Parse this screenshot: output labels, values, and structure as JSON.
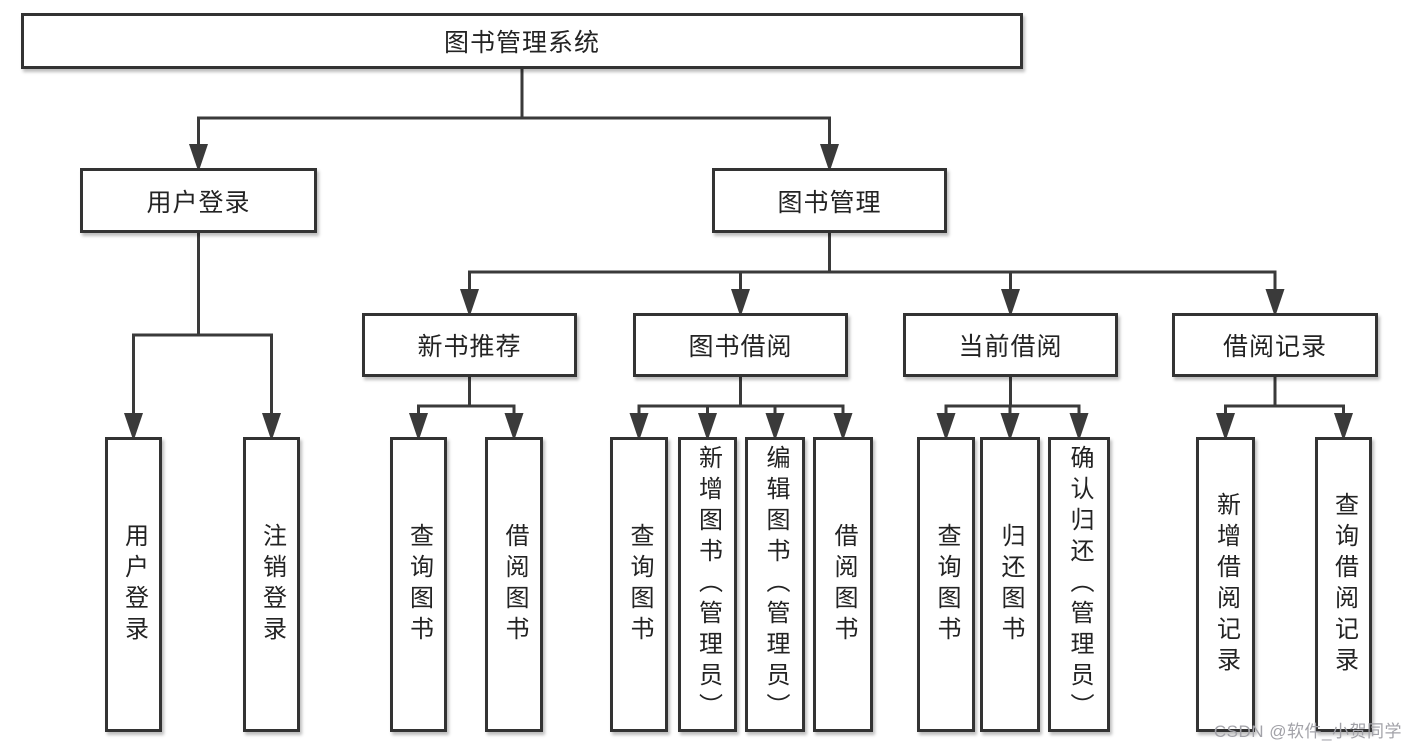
{
  "diagram": {
    "title": "图书管理系统",
    "watermark": "CSDN @软件_小贺同学",
    "colors": {
      "background": "#ffffff",
      "line": "#3a3a3a",
      "box_border": "#333333",
      "text": "#232323",
      "watermark": "#a2a2a8"
    },
    "nodes": [
      {
        "id": "root",
        "label": "图书管理系统",
        "level": 1
      },
      {
        "id": "login",
        "label": "用户登录",
        "level": 2
      },
      {
        "id": "manage",
        "label": "图书管理",
        "level": 2
      },
      {
        "id": "rec",
        "label": "新书推荐",
        "level": 3
      },
      {
        "id": "borrow",
        "label": "图书借阅",
        "level": 3
      },
      {
        "id": "current",
        "label": "当前借阅",
        "level": 3
      },
      {
        "id": "record",
        "label": "借阅记录",
        "level": 3
      },
      {
        "id": "leaf-user-login",
        "label": "用户登录",
        "level": 4
      },
      {
        "id": "leaf-logout",
        "label": "注销登录",
        "level": 4
      },
      {
        "id": "leaf-rec-query-book",
        "label": "查询图书",
        "level": 4
      },
      {
        "id": "leaf-rec-borrow-book",
        "label": "借阅图书",
        "level": 4
      },
      {
        "id": "leaf-borrow-query-book",
        "label": "查询图书",
        "level": 4
      },
      {
        "id": "leaf-borrow-add-book",
        "label": "新增图书（管理员）",
        "level": 4
      },
      {
        "id": "leaf-borrow-edit-book",
        "label": "编辑图书（管理员）",
        "level": 4
      },
      {
        "id": "leaf-borrow-borrow-book",
        "label": "借阅图书",
        "level": 4
      },
      {
        "id": "leaf-current-query-book",
        "label": "查询图书",
        "level": 4
      },
      {
        "id": "leaf-current-return-book",
        "label": "归还图书",
        "level": 4
      },
      {
        "id": "leaf-current-confirm-return",
        "label": "确认归还（管理员）",
        "level": 4
      },
      {
        "id": "leaf-record-add-record",
        "label": "新增借阅记录",
        "level": 4
      },
      {
        "id": "leaf-record-query-record",
        "label": "查询借阅记录",
        "level": 4
      }
    ],
    "edges": [
      {
        "from": "root",
        "to": [
          "login",
          "manage"
        ]
      },
      {
        "from": "login",
        "to": [
          "leaf-user-login",
          "leaf-logout"
        ]
      },
      {
        "from": "manage",
        "to": [
          "rec",
          "borrow",
          "current",
          "record"
        ]
      },
      {
        "from": "rec",
        "to": [
          "leaf-rec-query-book",
          "leaf-rec-borrow-book"
        ]
      },
      {
        "from": "borrow",
        "to": [
          "leaf-borrow-query-book",
          "leaf-borrow-add-book",
          "leaf-borrow-edit-book",
          "leaf-borrow-borrow-book"
        ]
      },
      {
        "from": "current",
        "to": [
          "leaf-current-query-book",
          "leaf-current-return-book",
          "leaf-current-confirm-return"
        ]
      },
      {
        "from": "record",
        "to": [
          "leaf-record-add-record",
          "leaf-record-query-record"
        ]
      }
    ]
  }
}
